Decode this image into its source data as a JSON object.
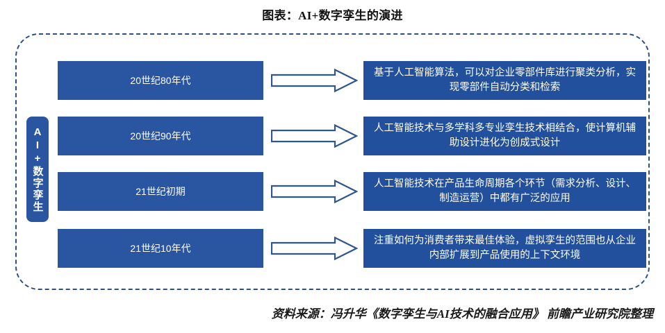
{
  "title": "图表：AI+数字孪生的演进",
  "vertical_label": "AI+数字孪生",
  "source_note": "资料来源：冯升华《数字孪生与AI技术的融合应用》 前瞻产业研究院整理",
  "colors": {
    "box_blue": "#2a55a0",
    "desc_blue": "#22509c",
    "frame_dash": "#2c4f86",
    "arrow_stroke": "#2e5591",
    "arrow_fill": "#ffffff",
    "title_text": "#111111"
  },
  "rows": [
    {
      "era": "20世纪80年代",
      "description": "基于人工智能算法，可以对企业零部件库进行聚类分析，实现零部件自动分类和检索",
      "arrow": "right-arrow-icon"
    },
    {
      "era": "20世纪90年代",
      "description": "人工智能技术与多学科多专业孪生技术相结合，使计算机辅助设计进化为创成式设计",
      "arrow": "right-arrow-icon"
    },
    {
      "era": "21世纪初期",
      "description": "人工智能技术在产品生命周期各个环节（需求分析、设计、制造运营）中都有广泛的应用",
      "arrow": "right-arrow-icon"
    },
    {
      "era": "21世纪10年代",
      "description": "注重如何为消费者带来最佳体验，虚拟孪生的范围也从企业内部扩展到产品使用的上下文环境",
      "arrow": "right-arrow-icon"
    }
  ]
}
